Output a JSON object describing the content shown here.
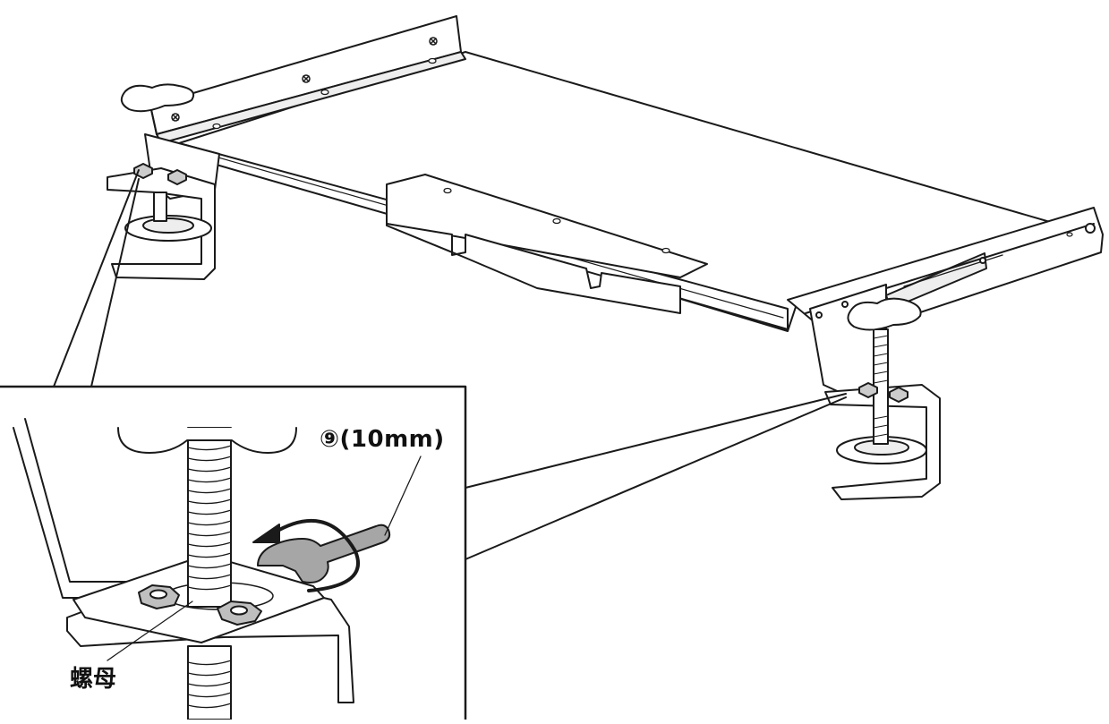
{
  "figure": {
    "callouts": {
      "wrench": "⑨(10mm)",
      "nut": "螺母"
    },
    "parts": [
      "tray",
      "left-clamp",
      "right-clamp",
      "slide-rail",
      "knob",
      "wrench",
      "nut",
      "threaded-rod"
    ],
    "colors": {
      "line": "#1a1a1a",
      "fill": "#ffffff",
      "shade": "#e6e6e6",
      "nut_fill": "#bfbfbf",
      "wrench_fill": "#a6a6a6"
    }
  }
}
